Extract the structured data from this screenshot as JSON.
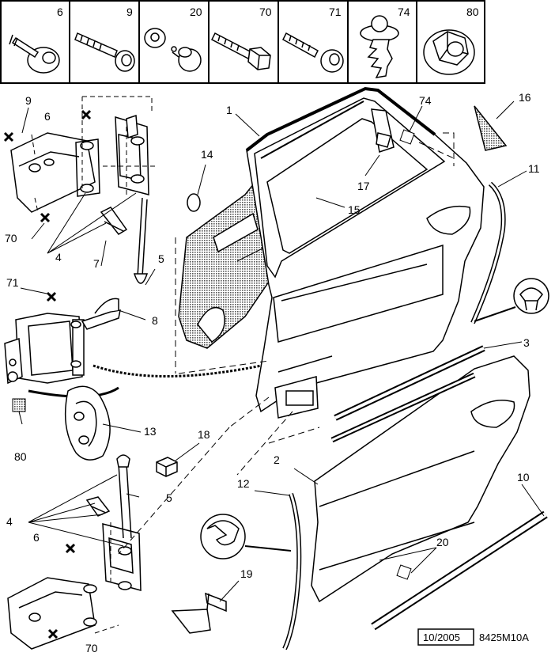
{
  "header_cells": [
    {
      "number": "6",
      "part": "flange-bolt"
    },
    {
      "number": "9",
      "part": "washer-screw"
    },
    {
      "number": "20",
      "part": "push-clip"
    },
    {
      "number": "70",
      "part": "hex-bolt"
    },
    {
      "number": "71",
      "part": "shoulder-screw"
    },
    {
      "number": "74",
      "part": "fir-tree-clip"
    },
    {
      "number": "80",
      "part": "flange-nut"
    }
  ],
  "callouts": {
    "c1": "1",
    "c2": "2",
    "c3": "3",
    "c4_upper": "4",
    "c4_lower": "4",
    "c5_upper": "5",
    "c5_lower": "5",
    "c6_upper": "6",
    "c6_lower": "6",
    "c7": "7",
    "c8": "8",
    "c9": "9",
    "c10": "10",
    "c11": "11",
    "c12": "12",
    "c13": "13",
    "c14": "14",
    "c15": "15",
    "c16": "16",
    "c17": "17",
    "c18": "18",
    "c19": "19",
    "c20": "20",
    "c70_upper": "70",
    "c70_lower": "70",
    "c71": "71",
    "c74": "74",
    "c80": "80"
  },
  "footer": {
    "date": "10/2005",
    "reference": "8425M10A"
  },
  "colors": {
    "ink": "#000000",
    "background": "#ffffff",
    "panel_fill": "#ffffff",
    "stipple": "#555555"
  }
}
